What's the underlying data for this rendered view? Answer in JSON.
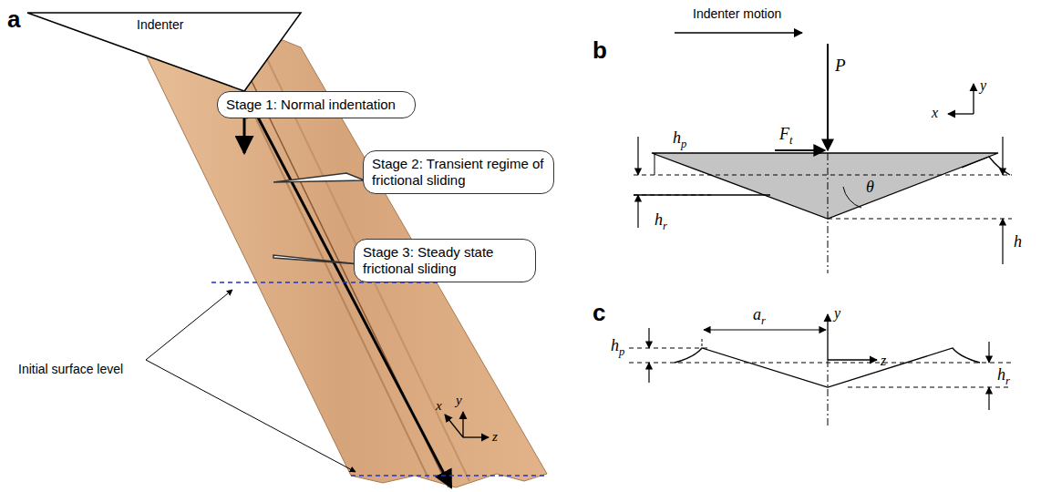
{
  "diagram": {
    "nodes": [
      {
        "text": [
          "Stage 1: Normal indentation"
        ]
      },
      {
        "text": [
          "Stage 2: Transient regime of frictional sliding"
        ]
      },
      {
        "text": [
          "Stage 3: Steady state frictional sliding"
        ]
      }
    ],
    "labels": [
      "a",
      "Indenter",
      "Initial surface level",
      "x",
      "y",
      "z",
      "b",
      "Indenter motion",
      "P",
      "y",
      "x",
      "hp",
      "Ft",
      "θ",
      "hr",
      "h",
      "c",
      "y",
      "ar",
      "z",
      "hp",
      "hr"
    ]
  }
}
